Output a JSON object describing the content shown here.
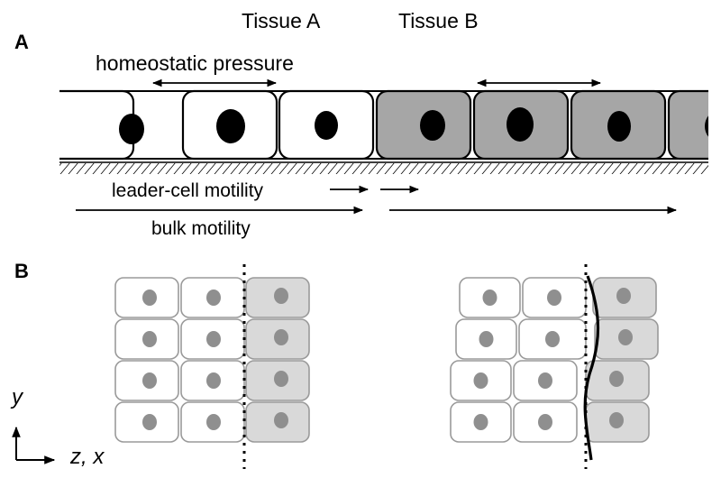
{
  "panels": {
    "a": "A",
    "b": "B"
  },
  "top": {
    "tissue_a": "Tissue A",
    "tissue_b": "Tissue B",
    "homeostatic_pressure": "homeostatic pressure",
    "leader_cell_motility": "leader-cell motility",
    "bulk_motility": "bulk motility"
  },
  "axes": {
    "y": "y",
    "zx": "z, x"
  },
  "colors": {
    "tissue_a_fill": "#ffffff",
    "tissue_b_fill": "#a6a6a6",
    "nucleus": "#000000",
    "bottom_cell_a_fill": "#ffffff",
    "bottom_cell_b_fill": "#d9d9d9",
    "bottom_outline": "#9a9a9a",
    "bottom_nucleus": "#8f8f8f"
  }
}
